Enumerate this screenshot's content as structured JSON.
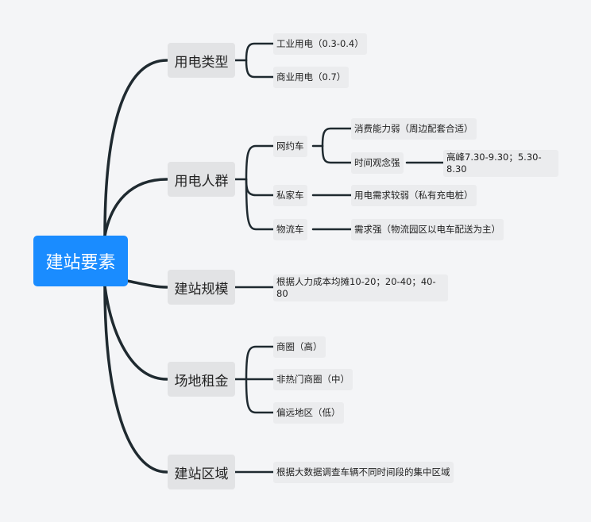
{
  "root": "建站要素",
  "branches": {
    "b1": {
      "label": "用电类型",
      "c1": "工业用电（0.3-0.4）",
      "c2": "商业用电（0.7）"
    },
    "b2": {
      "label": "用电人群",
      "wyc": {
        "label": "网约车",
        "c1": "消费能力弱（周边配套合适）",
        "c2": "时间观念强",
        "c2_detail": "高峰7.30-9.30；5.30-8.30"
      },
      "sjc": {
        "label": "私家车",
        "c1": "用电需求较弱（私有充电桩）"
      },
      "wlc": {
        "label": "物流车",
        "c1": "需求强（物流园区以电车配送为主）"
      }
    },
    "b3": {
      "label": "建站规模",
      "c1": "根据人力成本均摊10-20；20-40；40-80"
    },
    "b4": {
      "label": "场地租金",
      "c1": "商圈（高）",
      "c2": "非热门商圈（中）",
      "c3": "偏远地区（低）"
    },
    "b5": {
      "label": "建站区域",
      "c1": "根据大数据调查车辆不同时间段的集中区域"
    }
  },
  "colors": {
    "root": "#1a8cff",
    "line": "#1f2a30",
    "background": "#f4f5f7"
  }
}
